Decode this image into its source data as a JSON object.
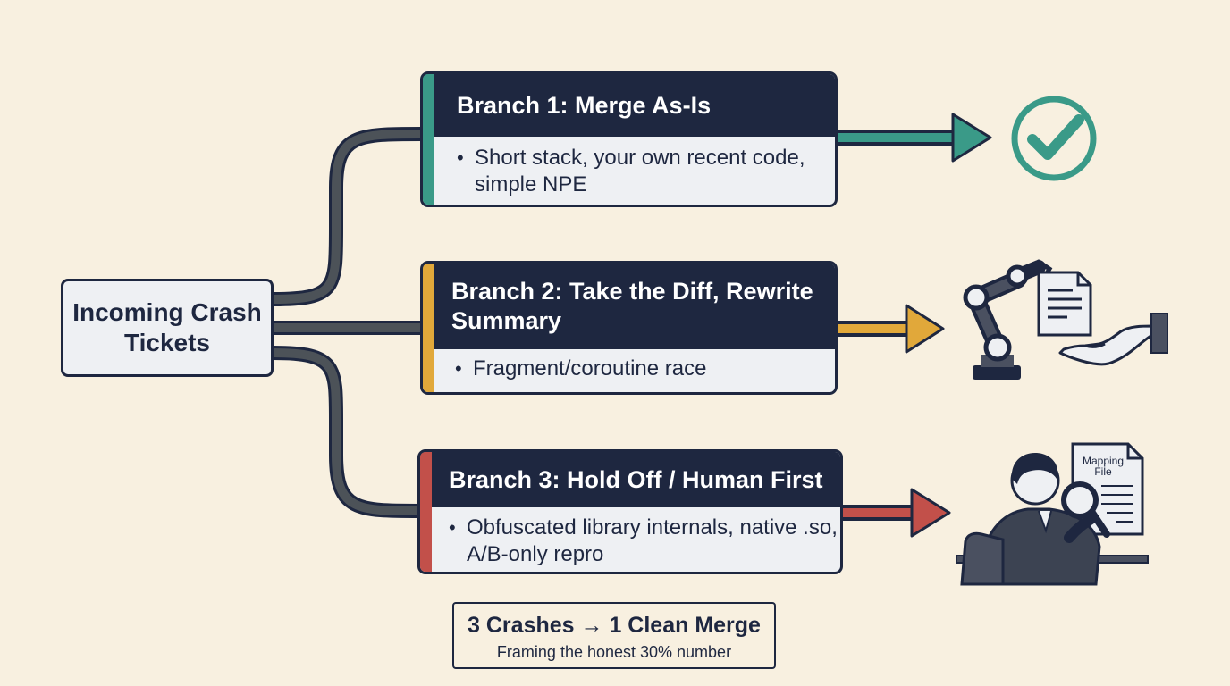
{
  "source": {
    "label": "Incoming Crash Tickets"
  },
  "branches": [
    {
      "title": "Branch 1: Merge As-Is",
      "bullet": "Short stack, your own recent code, simple NPE",
      "accent": "#3a9a88",
      "outcome_icon": "check-circle-icon"
    },
    {
      "title": "Branch 2: Take the Diff, Rewrite Summary",
      "bullet": "Fragment/coroutine race",
      "accent": "#e1a83a",
      "outcome_icon": "robot-arm-handoff-icon"
    },
    {
      "title": "Branch 3: Hold Off / Human First",
      "bullet": "Obfuscated library internals, native .so, A/B-only repro",
      "accent": "#c2504a",
      "outcome_icon": "human-reviewer-icon"
    }
  ],
  "mapping_file_label": "Mapping File",
  "footer": {
    "title": "3 Crashes → 1 Clean Merge",
    "subtitle": "Framing the honest 30% number"
  },
  "colors": {
    "background": "#f8f0e0",
    "navy": "#1e2740",
    "card": "#eef0f3"
  }
}
